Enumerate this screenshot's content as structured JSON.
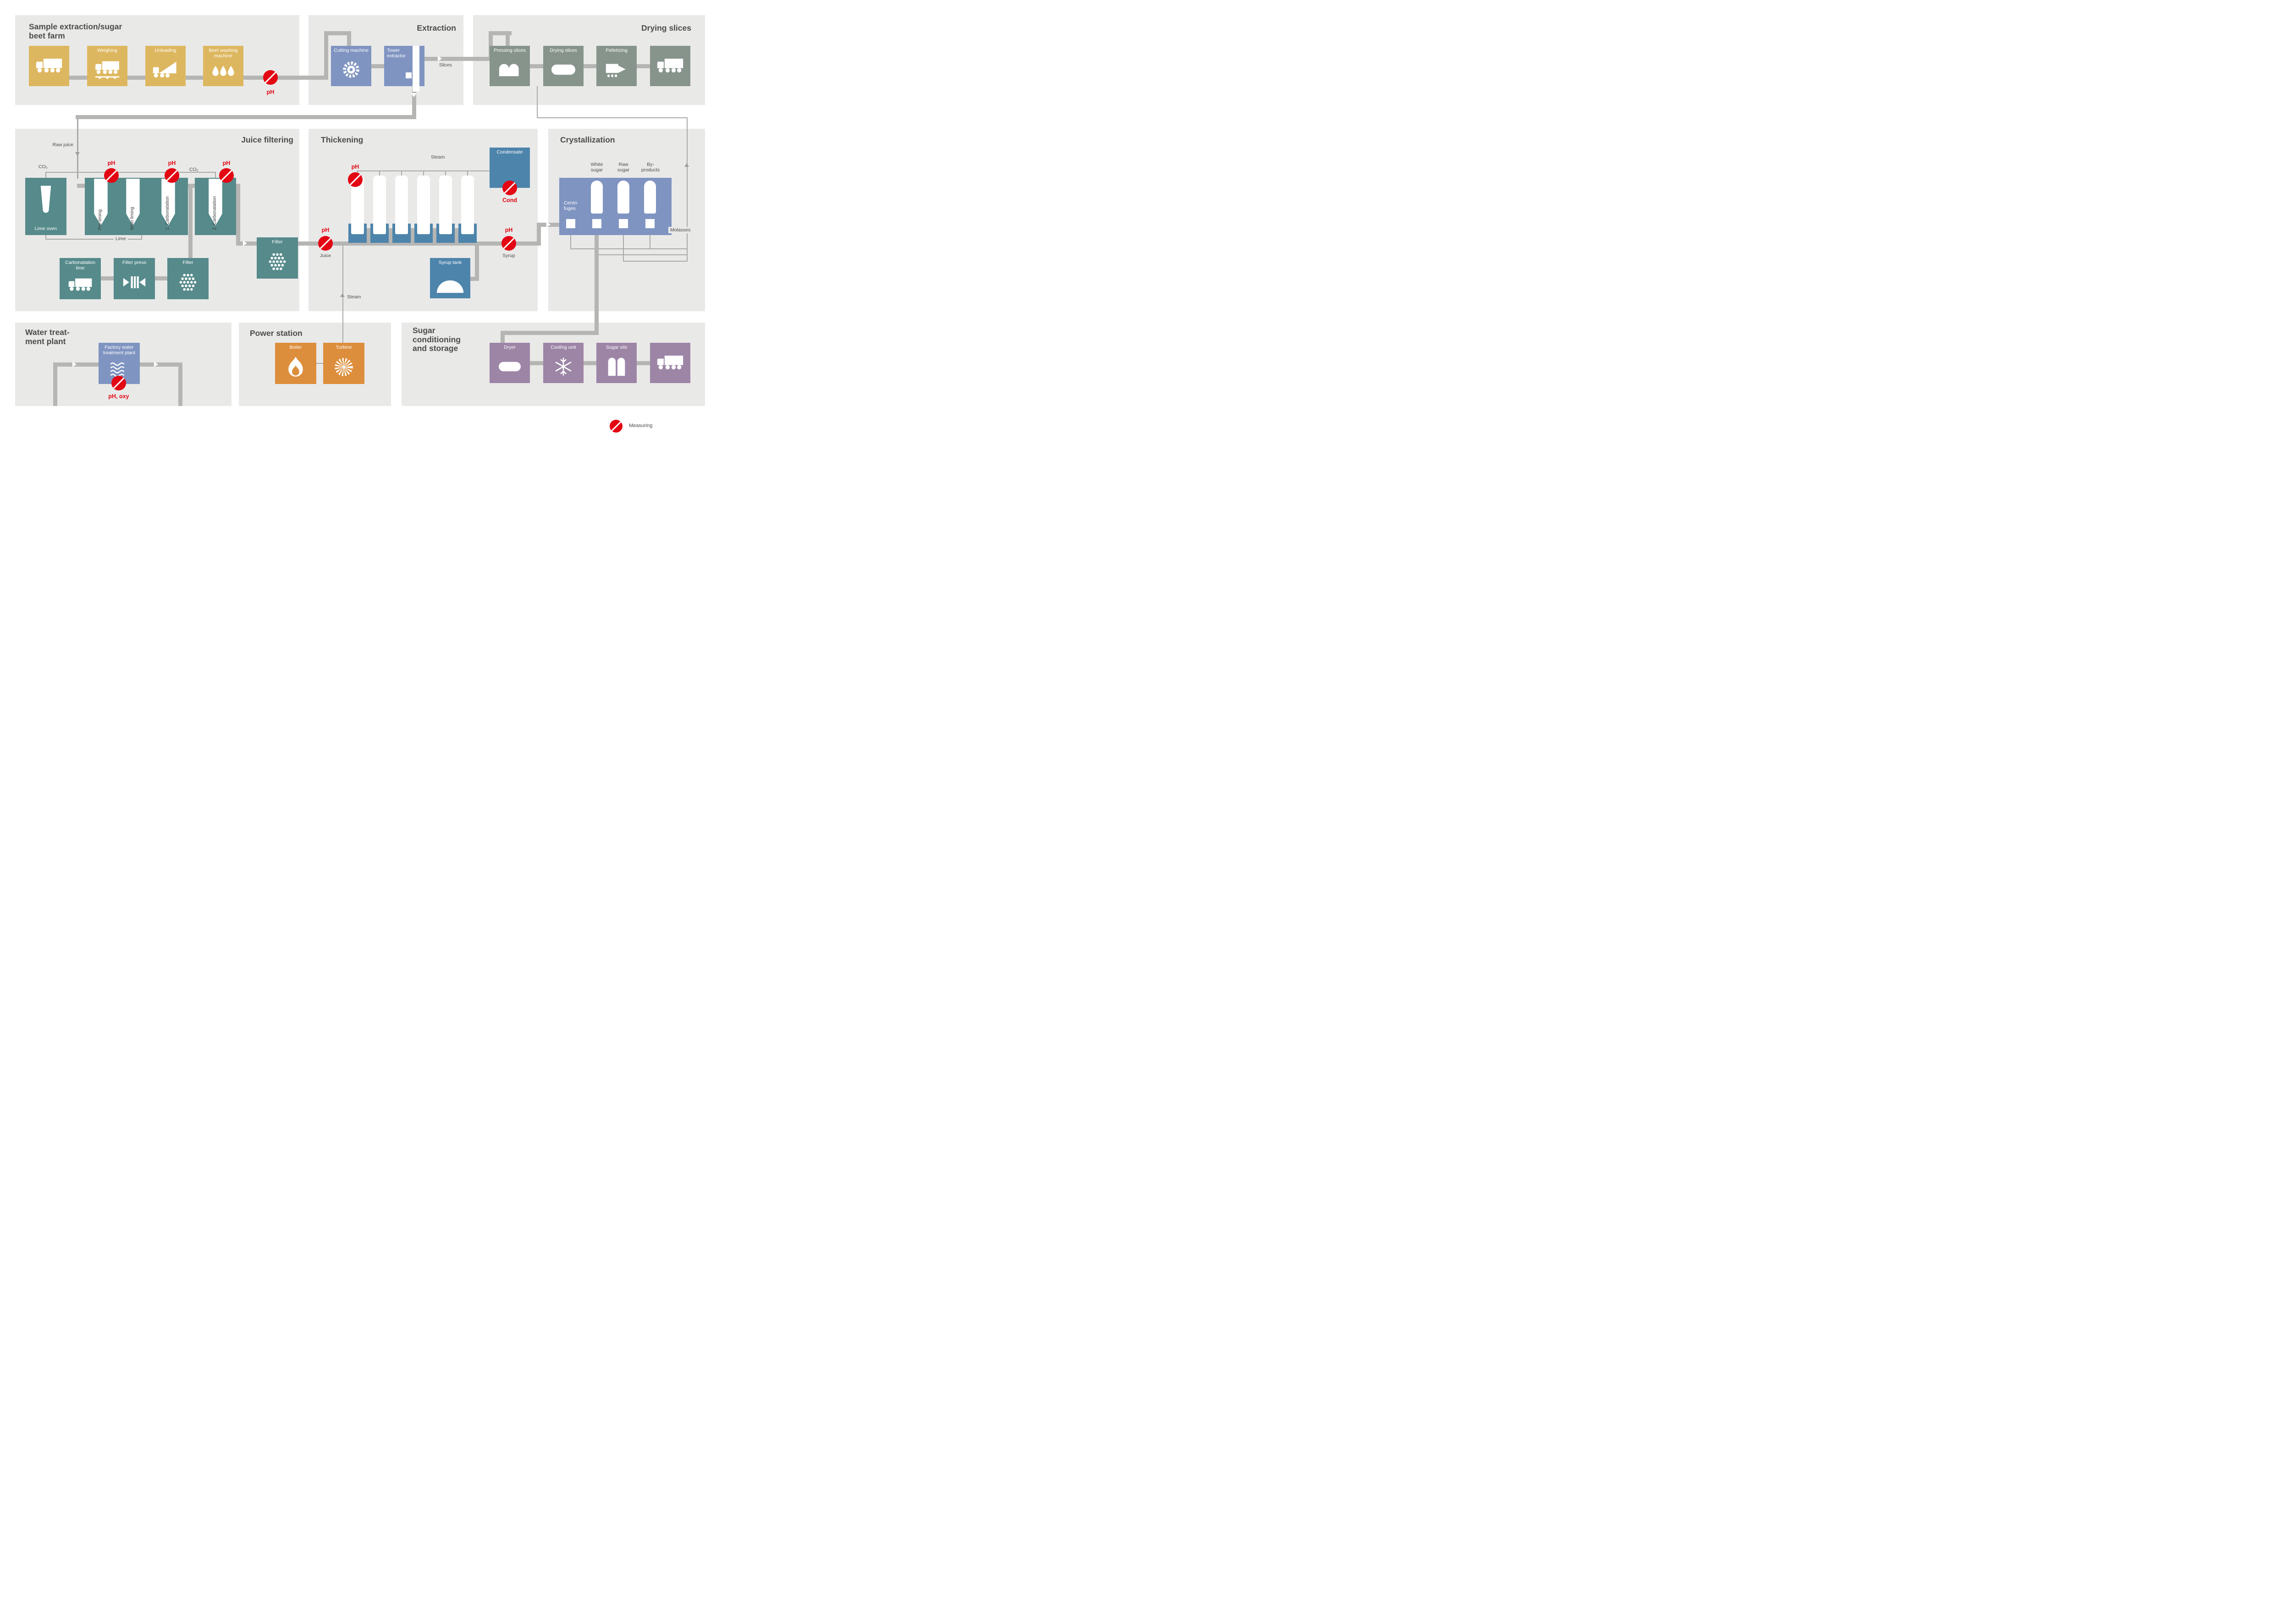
{
  "colors": {
    "measuring_red": "#e30613",
    "pipe_gray": "#b5b5b4",
    "panel_gray": "#e9e9e8",
    "farm_yellow": "#ddb75f",
    "extraction_blue": "#7f94c1",
    "drying_green": "#87948c",
    "juice_teal": "#568a8b",
    "thickening_blue": "#4d84ab",
    "power_orange": "#dd8e3c",
    "storage_purple": "#9d85a6"
  },
  "farm": {
    "title": [
      "Sample extraction/sugar",
      "beet farm"
    ],
    "weighing": "Weighing",
    "unloading": "Unloading",
    "beet_washing": "Beet washing machine",
    "ph": "pH"
  },
  "extraction": {
    "title": "Extraction",
    "cutting_machine": "Cutting machine",
    "tower_extractor": "Tower extractor",
    "slices": "Slices"
  },
  "drying": {
    "title": "Drying slices",
    "pressing_slices": "Pressing slices",
    "drying_slices": "Drying slices",
    "pelletizing": "Pelletizing"
  },
  "juice": {
    "title": "Juice filtering",
    "raw_juice": "Raw juice",
    "co2_left": "CO₂",
    "co2_right": "CO₂",
    "lime_oven": "Lime oven",
    "pre_liming": "Pre-liming",
    "main_liming": "Main liming",
    "carbonatation1": "1. Carbonatation",
    "carbonatation2": "2. Carbonatation",
    "lime": "Lime",
    "carbonatation_lime": "Carbonatation lime",
    "filter_press": "Filter press",
    "filter_small": "Filter",
    "filter_main": "Filter",
    "ph1": "pH",
    "ph2": "pH",
    "ph3": "pH"
  },
  "thickening": {
    "title": "Thickening",
    "steam_top": "Steam",
    "condensate": "Condensate",
    "cond": "Cond",
    "ph_evap": "pH",
    "ph_juice": "pH",
    "juice": "Juice",
    "syrup_tank": "Syrup tank",
    "ph_syrup": "pH",
    "syrup": "Syrup",
    "steam_bottom": "Steam"
  },
  "crystallization": {
    "title": "Crystallization",
    "white_sugar": "White sugar",
    "raw_sugar": "Raw sugar",
    "by_products": "By-products",
    "centrifuges": "Centri-fuges",
    "molasses": "Molasses"
  },
  "water": {
    "title": [
      "Water treat-",
      "ment plant"
    ],
    "factory": "Factory water treatment plant",
    "ph_oxy": "pH, oxy"
  },
  "power": {
    "title": "Power station",
    "boiler": "Boiler",
    "turbine": "Turbine"
  },
  "sugar_storage": {
    "title": "Sugar conditioning and storage",
    "dryer": "Dryer",
    "cooling_unit": "Cooling unit",
    "sugar_silo": "Sugar silo"
  },
  "legend": {
    "measuring": "Measuring"
  }
}
